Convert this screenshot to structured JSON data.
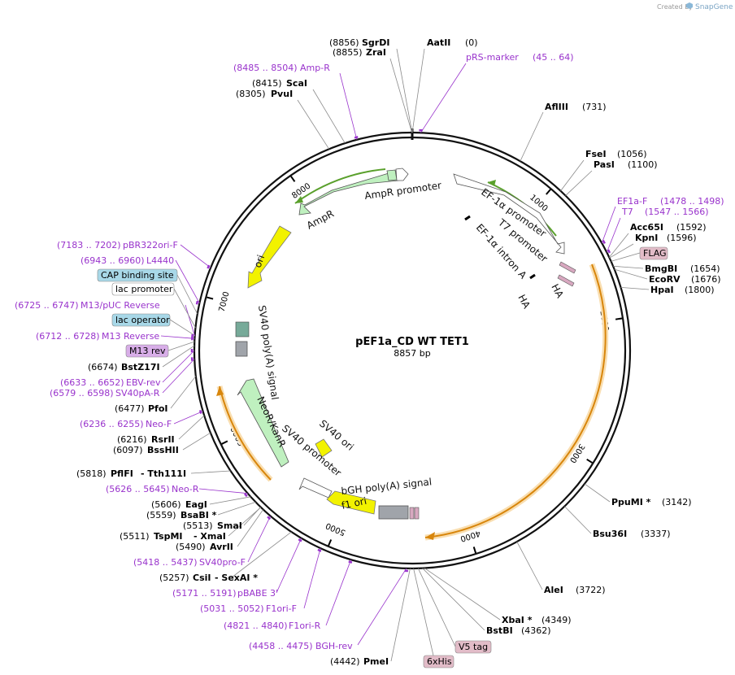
{
  "credit": "Created by",
  "brand": "SnapGene",
  "plasmid": {
    "name": "pEF1a_CD WT TET1",
    "length": 8857,
    "length_text": "8857 bp"
  },
  "colors": {
    "backbone": "#111111",
    "promoter": "#ffffff",
    "cds_green": "#bff0bf",
    "ori": "#f2f200",
    "polyA": "#a0a4aa",
    "orange_highlight": "#f3b550",
    "primer": "#9933cc",
    "tag_box": "#e2bcc8",
    "lac_box": "#a8d8e8",
    "m13_box": "#d8aee8"
  },
  "ticks": [
    {
      "pos": 1000,
      "label": "1000"
    },
    {
      "pos": 2000,
      "label": "2000"
    },
    {
      "pos": 3000,
      "label": "3000"
    },
    {
      "pos": 4000,
      "label": "4000"
    },
    {
      "pos": 5000,
      "label": "5000"
    },
    {
      "pos": 6000,
      "label": "6000"
    },
    {
      "pos": 7000,
      "label": "7000"
    },
    {
      "pos": 8000,
      "label": "8000"
    }
  ],
  "labels": [
    {
      "id": "aatii",
      "pos": 0,
      "name": "AatII",
      "coord": "(0)",
      "kind": "enzyme"
    },
    {
      "id": "sgrdi",
      "pos": 8856,
      "name": "SgrDI",
      "coord": "(8856)",
      "kind": "enzyme"
    },
    {
      "id": "zrai",
      "pos": 8855,
      "name": "ZraI",
      "coord": "(8855)",
      "kind": "enzyme"
    },
    {
      "id": "pvui",
      "pos": 8305,
      "name": "PvuI",
      "coord": "(8305)",
      "kind": "enzyme"
    },
    {
      "id": "scai",
      "pos": 8415,
      "name": "ScaI",
      "coord": "(8415)",
      "kind": "enzyme"
    },
    {
      "id": "ampr_p",
      "pos": 8495,
      "name": "Amp-R",
      "coord": "(8485 .. 8504)",
      "kind": "primer"
    },
    {
      "id": "prs",
      "pos": 55,
      "name": "pRS-marker",
      "coord": "(45 .. 64)",
      "kind": "primer"
    },
    {
      "id": "afliii",
      "pos": 731,
      "name": "AflIII",
      "coord": "(731)",
      "kind": "enzyme"
    },
    {
      "id": "fsei",
      "pos": 1056,
      "name": "FseI",
      "coord": "(1056)",
      "kind": "enzyme"
    },
    {
      "id": "pasi",
      "pos": 1100,
      "name": "PasI",
      "coord": "(1100)",
      "kind": "enzyme"
    },
    {
      "id": "ef1af",
      "pos": 1488,
      "name": "EF1a-F",
      "coord": "(1478 .. 1498)",
      "kind": "primer"
    },
    {
      "id": "t7p",
      "pos": 1556,
      "name": "T7",
      "coord": "(1547 .. 1566)",
      "kind": "primer"
    },
    {
      "id": "acc65i",
      "pos": 1592,
      "name": "Acc65I",
      "coord": "(1592)",
      "kind": "enzyme"
    },
    {
      "id": "kpni",
      "pos": 1596,
      "name": "KpnI",
      "coord": "(1596)",
      "kind": "enzyme"
    },
    {
      "id": "flag",
      "pos": 1620,
      "name": "FLAG",
      "coord": "",
      "kind": "box"
    },
    {
      "id": "bmgbi",
      "pos": 1654,
      "name": "BmgBI",
      "coord": "(1654)",
      "kind": "enzyme"
    },
    {
      "id": "ecorv",
      "pos": 1676,
      "name": "EcoRV",
      "coord": "(1676)",
      "kind": "enzyme"
    },
    {
      "id": "hpai",
      "pos": 1800,
      "name": "HpaI",
      "coord": "(1800)",
      "kind": "enzyme"
    },
    {
      "id": "ppumi",
      "pos": 3142,
      "name": "PpuMI *",
      "coord": "(3142)",
      "kind": "enzyme"
    },
    {
      "id": "bsu36i",
      "pos": 3337,
      "name": "Bsu36I",
      "coord": "(3337)",
      "kind": "enzyme"
    },
    {
      "id": "alei",
      "pos": 3722,
      "name": "AleI",
      "coord": "(3722)",
      "kind": "enzyme"
    },
    {
      "id": "xbai",
      "pos": 4349,
      "name": "XbaI *",
      "coord": "(4349)",
      "kind": "enzyme"
    },
    {
      "id": "bstbi",
      "pos": 4362,
      "name": "BstBI",
      "coord": "(4362)",
      "kind": "enzyme"
    },
    {
      "id": "v5",
      "pos": 4390,
      "name": "V5 tag",
      "coord": "",
      "kind": "box"
    },
    {
      "id": "his",
      "pos": 4420,
      "name": "6xHis",
      "coord": "",
      "kind": "box"
    },
    {
      "id": "pmei",
      "pos": 4442,
      "name": "PmeI",
      "coord": "(4442)",
      "kind": "enzyme"
    },
    {
      "id": "bghrev",
      "pos": 4466,
      "name": "BGH-rev",
      "coord": "(4458 .. 4475)",
      "kind": "primer"
    },
    {
      "id": "f1orir",
      "pos": 4830,
      "name": "F1ori-R",
      "coord": "(4821 .. 4840)",
      "kind": "primer"
    },
    {
      "id": "f1orif",
      "pos": 5041,
      "name": "F1ori-F",
      "coord": "(5031 .. 5052)",
      "kind": "primer"
    },
    {
      "id": "pbabe",
      "pos": 5181,
      "name": "pBABE 3'",
      "coord": "(5171 .. 5191)",
      "kind": "primer"
    },
    {
      "id": "csii",
      "pos": 5257,
      "name": "CsiI",
      "coord": "(5257)",
      "kind": "enzyme",
      "extra": "- SexAI *"
    },
    {
      "id": "sv40prof",
      "pos": 5427,
      "name": "SV40pro-F",
      "coord": "(5418 .. 5437)",
      "kind": "primer"
    },
    {
      "id": "avrii",
      "pos": 5490,
      "name": "AvrII",
      "coord": "(5490)",
      "kind": "enzyme"
    },
    {
      "id": "tspmi",
      "pos": 5511,
      "name": "TspMI",
      "coord": "(5511)",
      "kind": "enzyme",
      "extra": "- XmaI"
    },
    {
      "id": "smai",
      "pos": 5513,
      "name": "SmaI",
      "coord": "(5513)",
      "kind": "enzyme"
    },
    {
      "id": "bsabi",
      "pos": 5559,
      "name": "BsaBI *",
      "coord": "(5559)",
      "kind": "enzyme"
    },
    {
      "id": "eagi",
      "pos": 5606,
      "name": "EagI",
      "coord": "(5606)",
      "kind": "enzyme"
    },
    {
      "id": "neor_p",
      "pos": 5635,
      "name": "Neo-R",
      "coord": "(5626 .. 5645)",
      "kind": "primer"
    },
    {
      "id": "pflfi",
      "pos": 5818,
      "name": "PflFI",
      "coord": "(5818)",
      "kind": "enzyme",
      "extra": "- Tth111I"
    },
    {
      "id": "bsshii",
      "pos": 6097,
      "name": "BssHII",
      "coord": "(6097)",
      "kind": "enzyme"
    },
    {
      "id": "rsrii",
      "pos": 6216,
      "name": "RsrII",
      "coord": "(6216)",
      "kind": "enzyme"
    },
    {
      "id": "neof",
      "pos": 6245,
      "name": "Neo-F",
      "coord": "(6236 .. 6255)",
      "kind": "primer"
    },
    {
      "id": "pfoi",
      "pos": 6477,
      "name": "PfoI",
      "coord": "(6477)",
      "kind": "enzyme"
    },
    {
      "id": "sv40pa",
      "pos": 6588,
      "name": "SV40pA-R",
      "coord": "(6579 .. 6598)",
      "kind": "primer"
    },
    {
      "id": "ebvrev",
      "pos": 6642,
      "name": "EBV-rev",
      "coord": "(6633 .. 6652)",
      "kind": "primer"
    },
    {
      "id": "bstz",
      "pos": 6674,
      "name": "BstZ17I",
      "coord": "(6674)",
      "kind": "enzyme"
    },
    {
      "id": "m13rev",
      "pos": 6700,
      "name": "M13 rev",
      "coord": "",
      "kind": "box"
    },
    {
      "id": "m13r",
      "pos": 6720,
      "name": "M13 Reverse",
      "coord": "(6712 .. 6728)",
      "kind": "primer"
    },
    {
      "id": "lacop",
      "pos": 6740,
      "name": "lac operator",
      "coord": "",
      "kind": "box"
    },
    {
      "id": "m13puc",
      "pos": 6736,
      "name": "M13/pUC Reverse",
      "coord": "(6725 .. 6747)",
      "kind": "primer"
    },
    {
      "id": "lacp",
      "pos": 6790,
      "name": "lac promoter",
      "coord": "",
      "kind": "box"
    },
    {
      "id": "cap",
      "pos": 6880,
      "name": "CAP binding site",
      "coord": "",
      "kind": "box"
    },
    {
      "id": "l4440",
      "pos": 6951,
      "name": "L4440",
      "coord": "(6943 .. 6960)",
      "kind": "primer"
    },
    {
      "id": "pbr",
      "pos": 7192,
      "name": "pBR322ori-F",
      "coord": "(7183 .. 7202)",
      "kind": "primer"
    }
  ],
  "features": [
    {
      "id": "ampr_promoter",
      "name": "AmpR promoter"
    },
    {
      "id": "ampr",
      "name": "AmpR"
    },
    {
      "id": "ori",
      "name": "ori"
    },
    {
      "id": "sv40polya",
      "name": "SV40 poly(A) signal"
    },
    {
      "id": "neor",
      "name": "NeoR/KanR"
    },
    {
      "id": "sv40promoter",
      "name": "SV40 promoter"
    },
    {
      "id": "sv40ori",
      "name": "SV40 ori"
    },
    {
      "id": "f1ori",
      "name": "f1 ori"
    },
    {
      "id": "bgh",
      "name": "bGH poly(A) signal"
    },
    {
      "id": "ef1a_promoter",
      "name": "EF-1α promoter"
    },
    {
      "id": "t7_promoter",
      "name": "T7 promoter"
    },
    {
      "id": "ef1a_intron",
      "name": "EF-1α intron A"
    },
    {
      "id": "ha1",
      "name": "HA"
    },
    {
      "id": "ha2",
      "name": "HA"
    }
  ]
}
